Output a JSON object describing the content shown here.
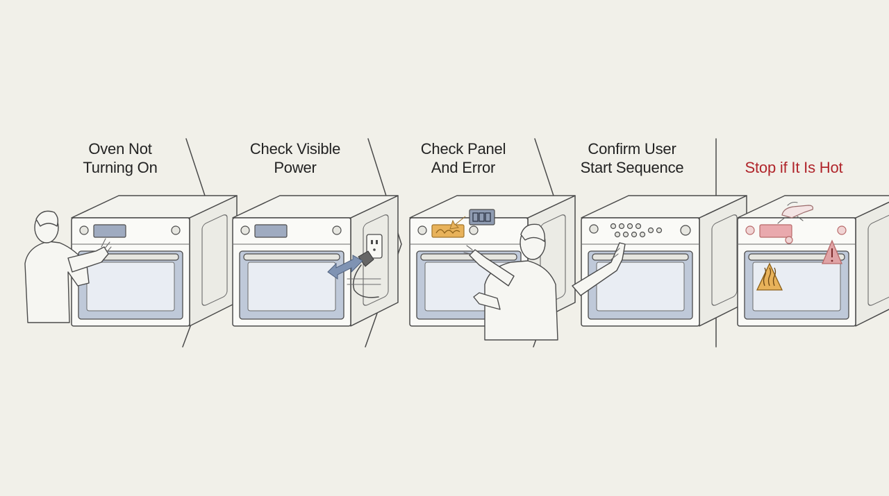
{
  "steps": [
    {
      "title_lines": [
        "Oven Not",
        "Turning On"
      ]
    },
    {
      "title_lines": [
        "Check Visible",
        "Power"
      ]
    },
    {
      "title_lines": [
        "Check Panel",
        "And Error"
      ]
    },
    {
      "title_lines": [
        "Confirm User",
        "Start Sequence"
      ]
    },
    {
      "title_lines": [
        "Stop if It Is Hot"
      ]
    }
  ],
  "colors": {
    "background": "#f1f0e9",
    "warning_text": "#b0252b",
    "oven_glass": "#bfc9d9",
    "panel_highlight": "#e8b25a",
    "hot_tint": "#eeb8bc",
    "arrow": "#7f93b3"
  },
  "icons": [
    "hand-icon",
    "warning-triangle-icon",
    "hot-surface-icon",
    "power-outlet-icon",
    "digital-display-icon"
  ]
}
